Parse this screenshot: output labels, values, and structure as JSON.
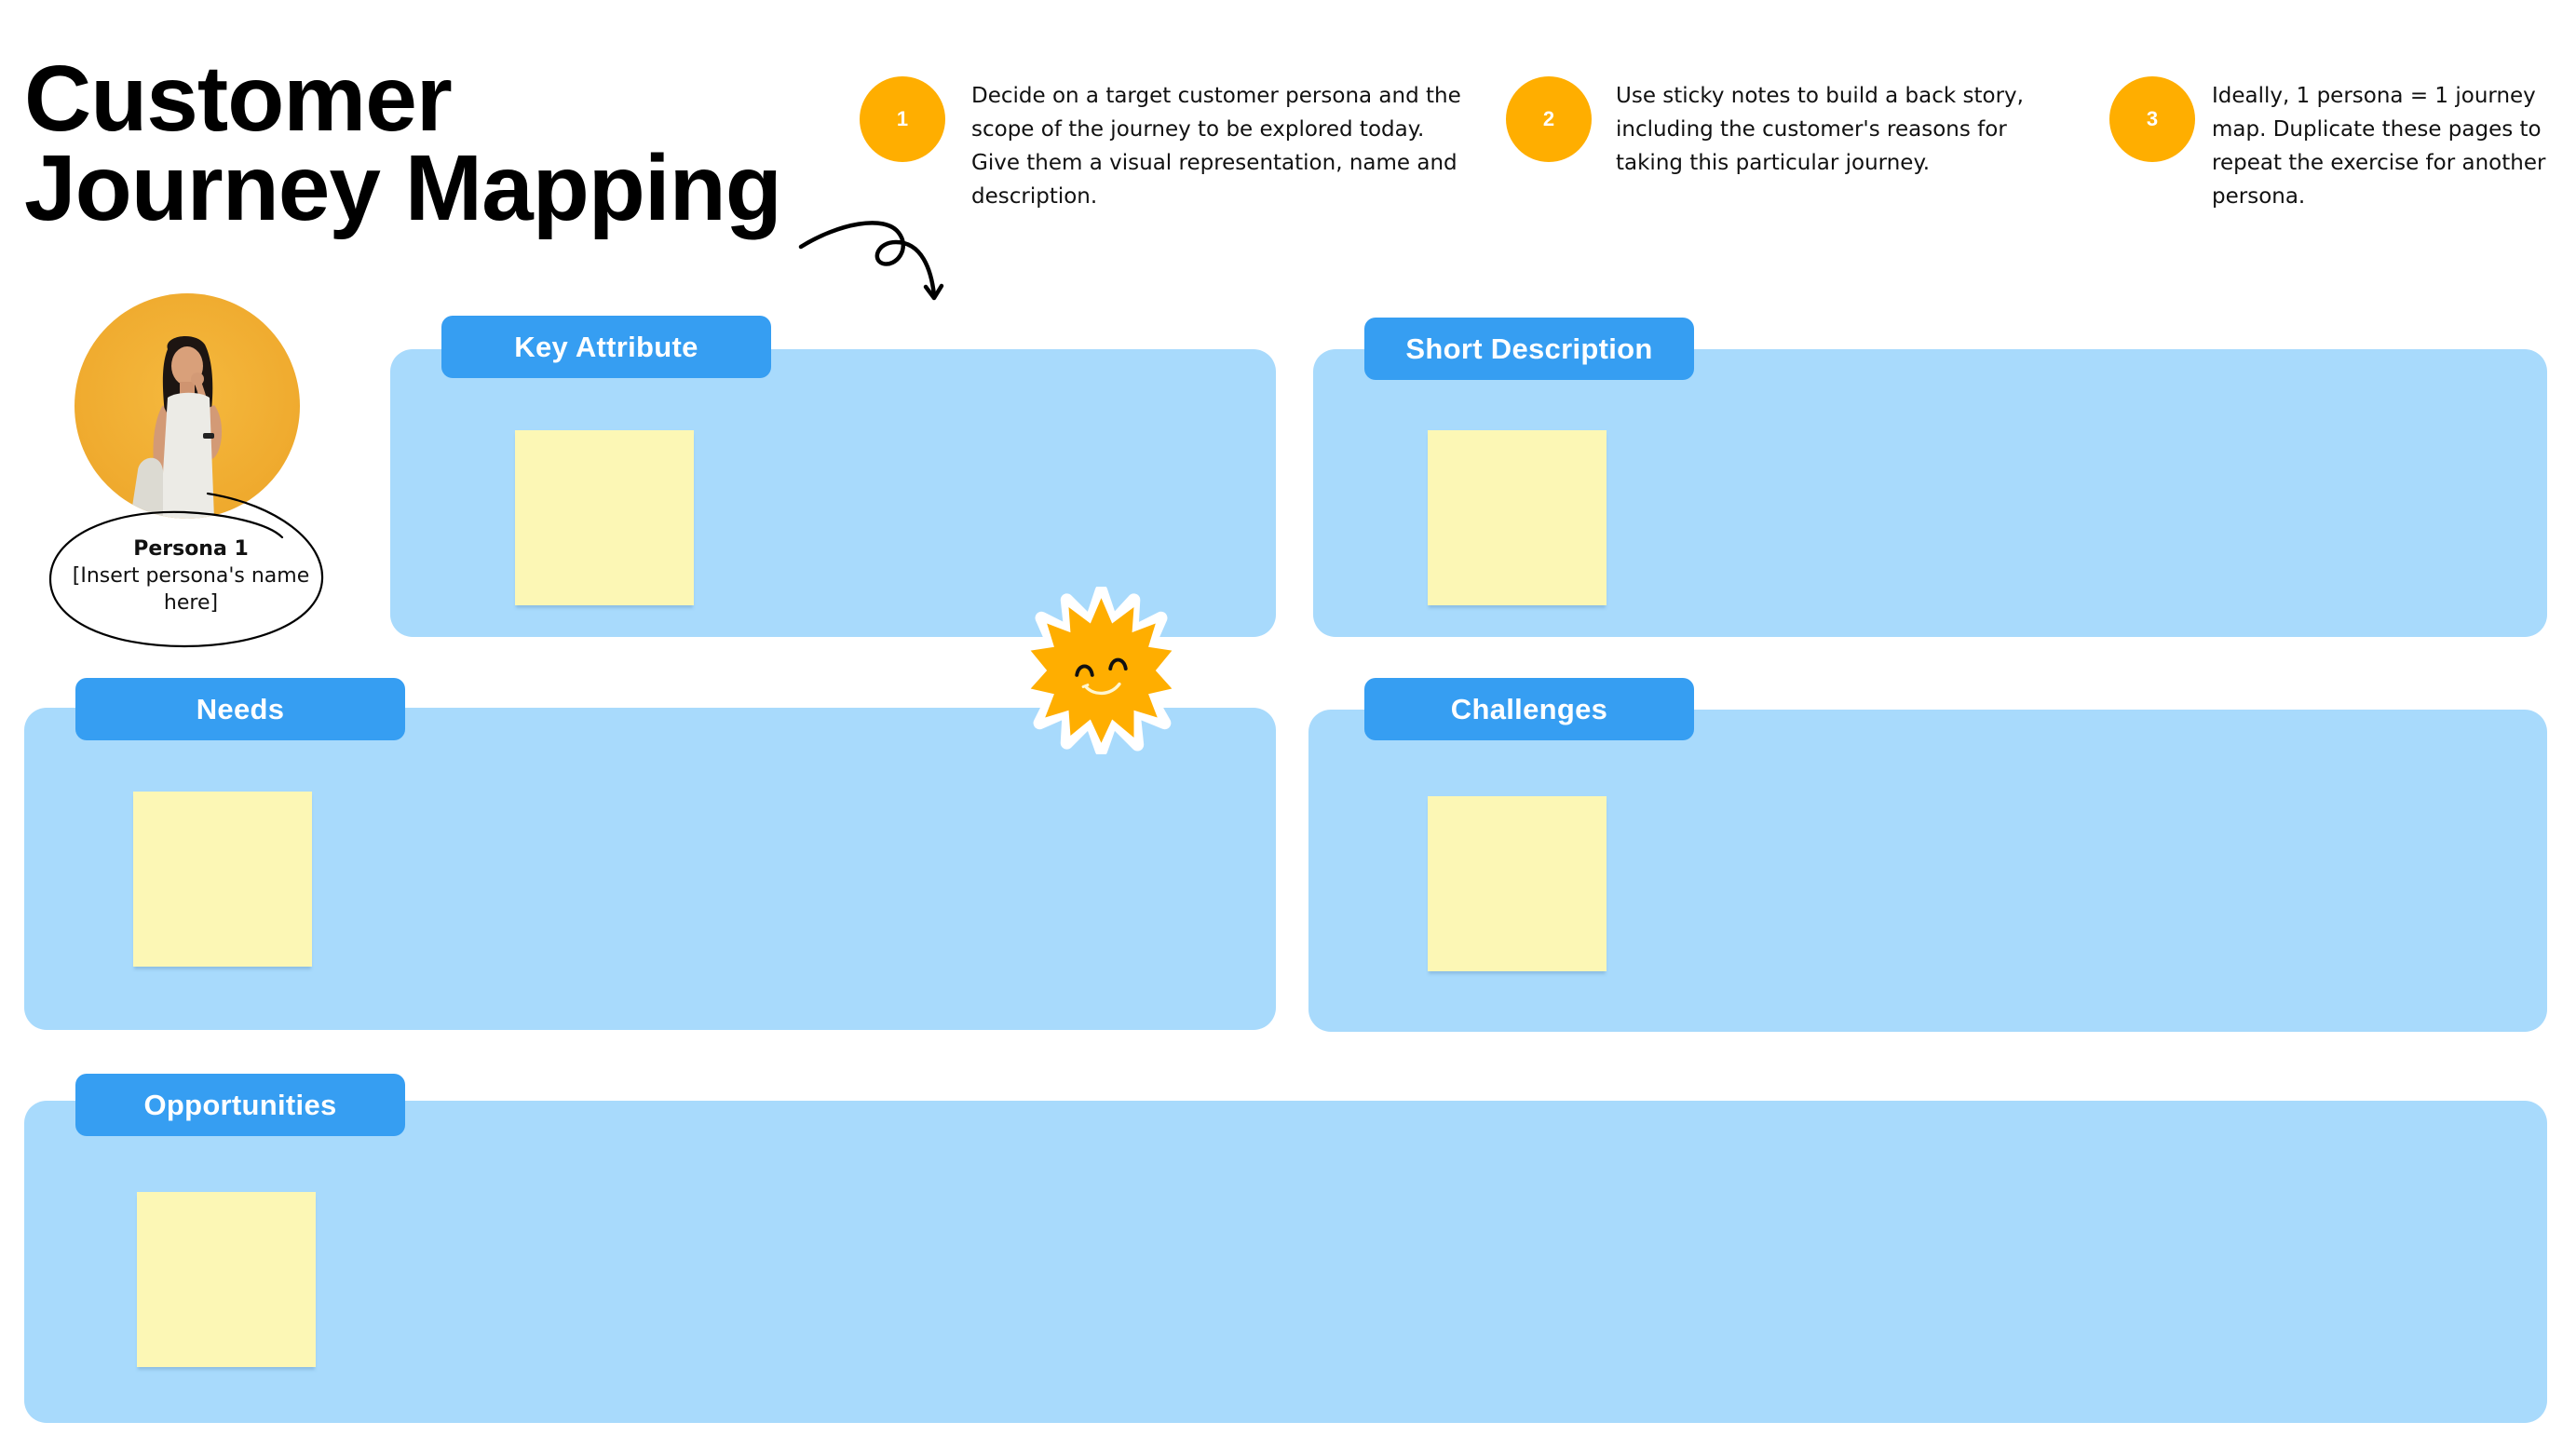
{
  "title": {
    "line1": "Customer",
    "line2": "Journey Mapping"
  },
  "steps": [
    {
      "number": "1",
      "text": "Decide on a target customer persona and the scope of the journey to be explored today. Give them a visual representation, name and description."
    },
    {
      "number": "2",
      "text": "Use sticky notes to build a back story, including the customer's reasons for taking this particular journey."
    },
    {
      "number": "3",
      "text": "Ideally, 1 persona = 1 journey map. Duplicate these pages to repeat the exercise for another persona."
    }
  ],
  "persona": {
    "name": "Persona 1",
    "placeholder": "[Insert persona's name here]",
    "image": "persona-photo"
  },
  "sections": [
    {
      "id": "key-attribute",
      "label": "Key Attribute"
    },
    {
      "id": "short-description",
      "label": "Short Description"
    },
    {
      "id": "needs",
      "label": "Needs"
    },
    {
      "id": "challenges",
      "label": "Challenges"
    },
    {
      "id": "opportunities",
      "label": "Opportunities"
    }
  ],
  "colors": {
    "accent_orange": "#FFAE00",
    "panel_blue": "#A8DAFC",
    "tab_blue": "#369EF2",
    "sticky_yellow": "#FCF7B5"
  },
  "decorations": {
    "arrow": "curly-arrow-icon",
    "sticker": "smiling-sun-sticker"
  }
}
